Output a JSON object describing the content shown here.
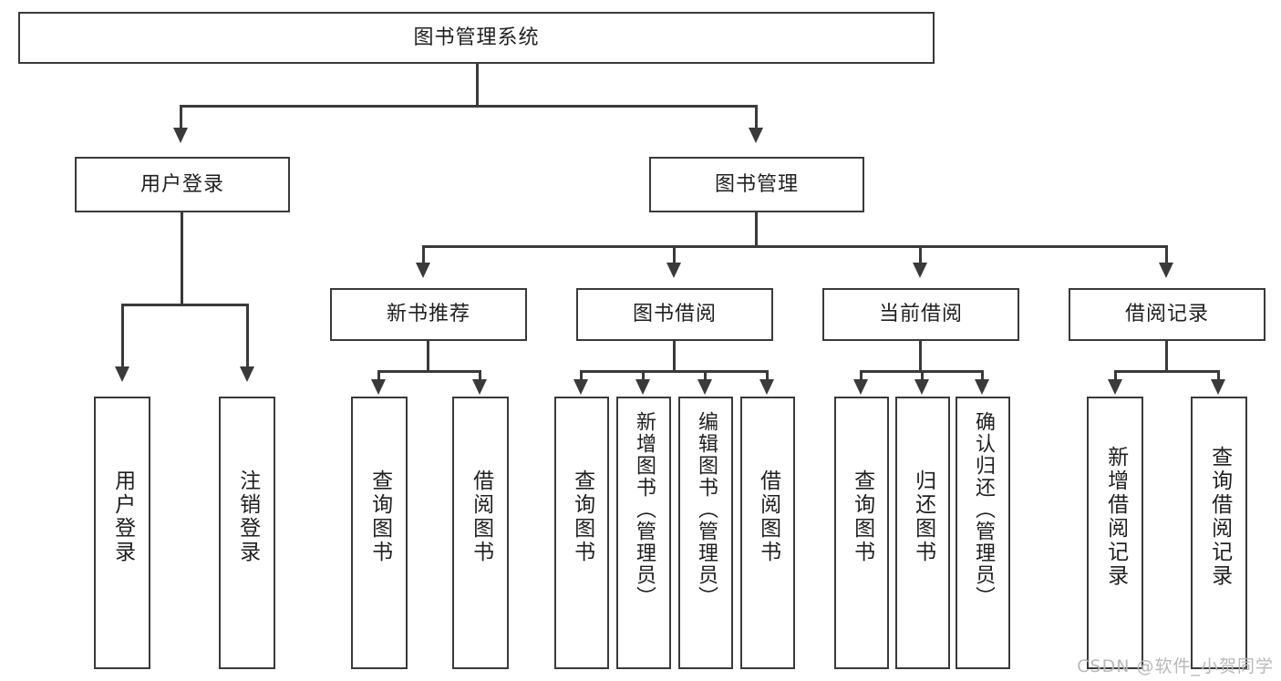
{
  "diagram": {
    "title": "图书管理系统",
    "type": "tree",
    "watermark": "CSDN @软件_小贺同学",
    "root": {
      "label": "图书管理系统"
    },
    "level1": [
      {
        "label": "用户登录"
      },
      {
        "label": "图书管理"
      }
    ],
    "level2": [
      {
        "label": "新书推荐"
      },
      {
        "label": "图书借阅"
      },
      {
        "label": "当前借阅"
      },
      {
        "label": "借阅记录"
      }
    ],
    "leaves": {
      "user_login": [
        {
          "label": "用户登录"
        },
        {
          "label": "注销登录"
        }
      ],
      "new_book_rec": [
        {
          "label": "查询图书"
        },
        {
          "label": "借阅图书"
        }
      ],
      "book_borrow": [
        {
          "label": "查询图书"
        },
        {
          "label": "新增图书（管理员）"
        },
        {
          "label": "编辑图书（管理员）"
        },
        {
          "label": "借阅图书"
        }
      ],
      "current_borrow": [
        {
          "label": "查询图书"
        },
        {
          "label": "归还图书"
        },
        {
          "label": "确认归还（管理员）"
        }
      ],
      "borrow_record": [
        {
          "label": "新增借阅记录"
        },
        {
          "label": "查询借阅记录"
        }
      ]
    }
  }
}
